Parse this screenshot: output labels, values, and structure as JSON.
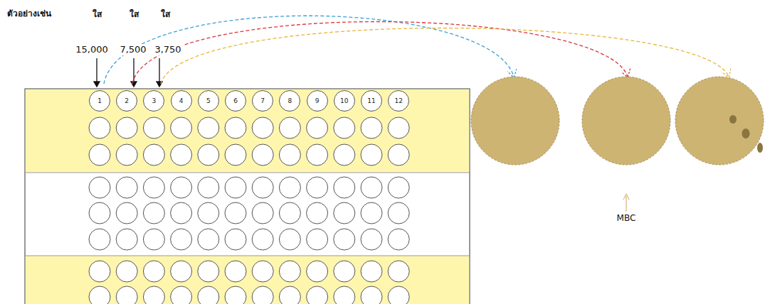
{
  "diagram": {
    "nodes": [
      {
        "text": [
          "1"
        ]
      },
      {
        "text": [
          "2"
        ]
      },
      {
        "text": [
          "3"
        ]
      },
      {
        "text": [
          "4"
        ]
      },
      {
        "text": [
          "5"
        ]
      },
      {
        "text": [
          "6"
        ]
      },
      {
        "text": [
          "7"
        ]
      },
      {
        "text": [
          "8"
        ]
      },
      {
        "text": [
          "9"
        ]
      },
      {
        "text": [
          "10"
        ]
      },
      {
        "text": [
          "11"
        ]
      },
      {
        "text": [
          "12"
        ]
      }
    ],
    "labels": [
      "ตัวอย่างเช่น",
      "ใส",
      "ใส",
      "ใส",
      "15,000",
      "7,500",
      "3,750",
      "MBC"
    ]
  }
}
